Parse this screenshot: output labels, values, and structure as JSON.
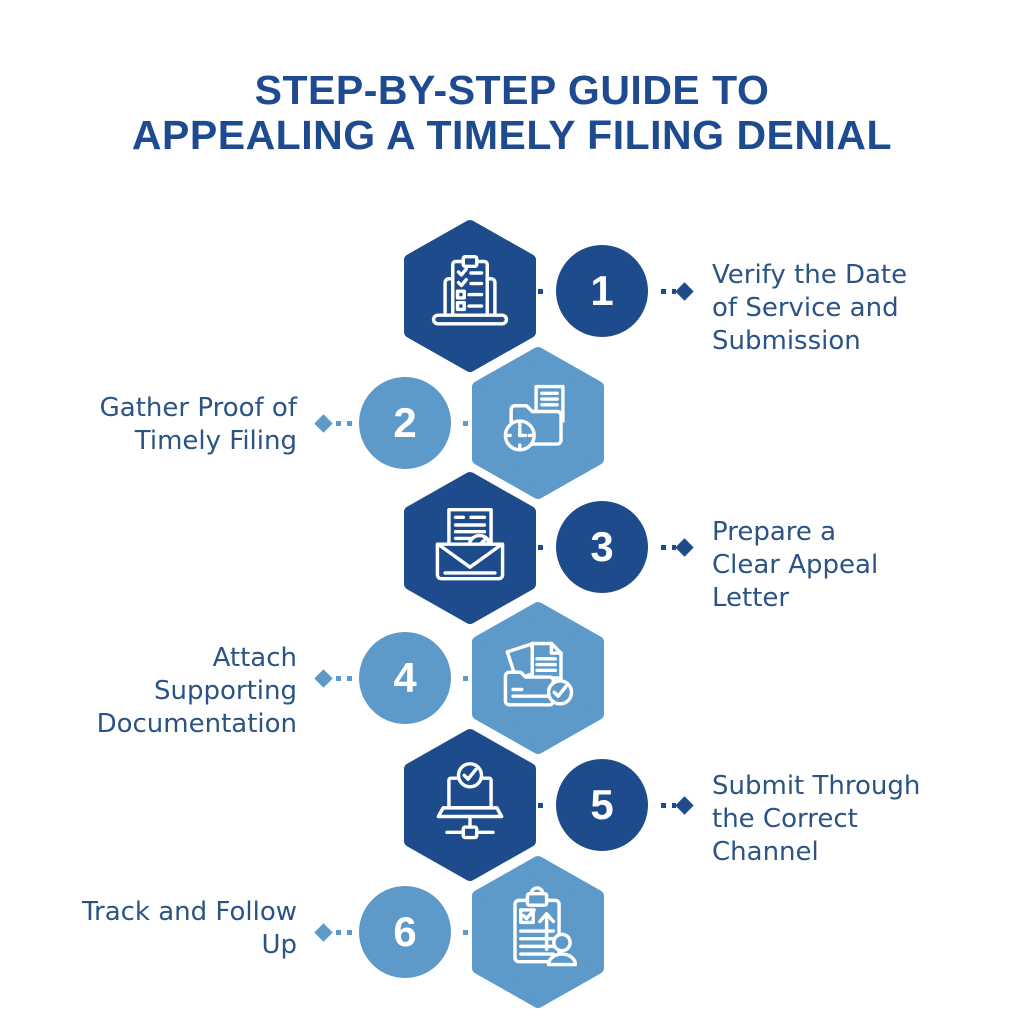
{
  "title": "STEP-BY-STEP GUIDE TO\nAPPEALING A TIMELY FILING DENIAL",
  "colors": {
    "dark_blue": "#1d4b8c",
    "light_blue": "#5d9aca",
    "title_text": "#1e4b90",
    "step_text": "#2b5484",
    "icon_stroke": "#ffffff",
    "background": "#ffffff"
  },
  "steps": [
    {
      "number": "1",
      "label": "Verify the Date\nof Service and\nSubmission",
      "side": "right",
      "tone": "dark",
      "icon": "laptop-checklist"
    },
    {
      "number": "2",
      "label": "Gather Proof of\nTimely Filing",
      "side": "left",
      "tone": "light",
      "icon": "folder-clock"
    },
    {
      "number": "3",
      "label": "Prepare a\nClear Appeal\nLetter",
      "side": "right",
      "tone": "dark",
      "icon": "appeal-letter-envelope"
    },
    {
      "number": "4",
      "label": "Attach\nSupporting\nDocumentation",
      "side": "left",
      "tone": "light",
      "icon": "folder-documents-check"
    },
    {
      "number": "5",
      "label": "Submit Through\nthe Correct\nChannel",
      "side": "right",
      "tone": "dark",
      "icon": "laptop-check-network"
    },
    {
      "number": "6",
      "label": "Track and Follow\nUp",
      "side": "left",
      "tone": "light",
      "icon": "clipboard-person-arrow"
    }
  ]
}
